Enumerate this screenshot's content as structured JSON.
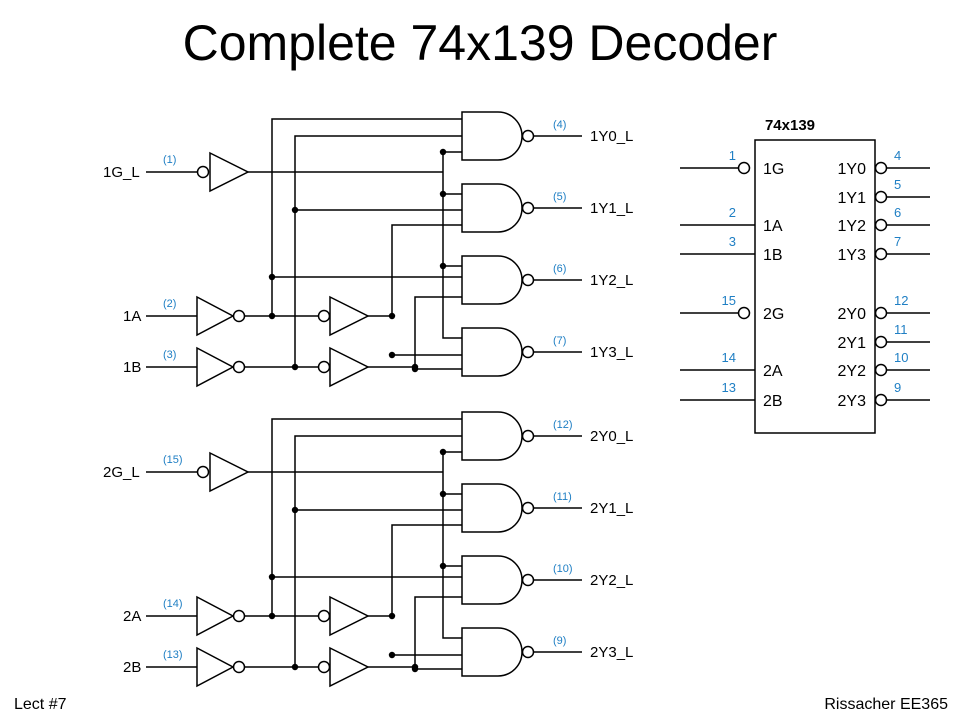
{
  "title": "Complete 74x139 Decoder",
  "footer": {
    "left": "Lect #7",
    "right": "Rissacher EE365"
  },
  "colors": {
    "pin_label": "#1f7fc4",
    "line": "#000000"
  },
  "decoders": [
    {
      "inputs": {
        "g": "1G_L",
        "a": "1A",
        "b": "1B"
      },
      "input_pins": {
        "g": "(1)",
        "a": "(2)",
        "b": "(3)"
      },
      "outputs": [
        "1Y0_L",
        "1Y1_L",
        "1Y2_L",
        "1Y3_L"
      ],
      "output_pins": [
        "(4)",
        "(5)",
        "(6)",
        "(7)"
      ]
    },
    {
      "inputs": {
        "g": "2G_L",
        "a": "2A",
        "b": "2B"
      },
      "input_pins": {
        "g": "(15)",
        "a": "(14)",
        "b": "(13)"
      },
      "outputs": [
        "2Y0_L",
        "2Y1_L",
        "2Y2_L",
        "2Y3_L"
      ],
      "output_pins": [
        "(12)",
        "(11)",
        "(10)",
        "(9)"
      ]
    }
  ],
  "chip": {
    "name": "74x139",
    "left_pins": [
      {
        "num": "1",
        "label": "1G"
      },
      {
        "num": "2",
        "label": "1A"
      },
      {
        "num": "3",
        "label": "1B"
      },
      {
        "num": "15",
        "label": "2G"
      },
      {
        "num": "14",
        "label": "2A"
      },
      {
        "num": "13",
        "label": "2B"
      }
    ],
    "right_pins": [
      {
        "num": "4",
        "label": "1Y0"
      },
      {
        "num": "5",
        "label": "1Y1"
      },
      {
        "num": "6",
        "label": "1Y2"
      },
      {
        "num": "7",
        "label": "1Y3"
      },
      {
        "num": "12",
        "label": "2Y0"
      },
      {
        "num": "11",
        "label": "2Y1"
      },
      {
        "num": "10",
        "label": "2Y2"
      },
      {
        "num": "9",
        "label": "2Y3"
      }
    ]
  }
}
